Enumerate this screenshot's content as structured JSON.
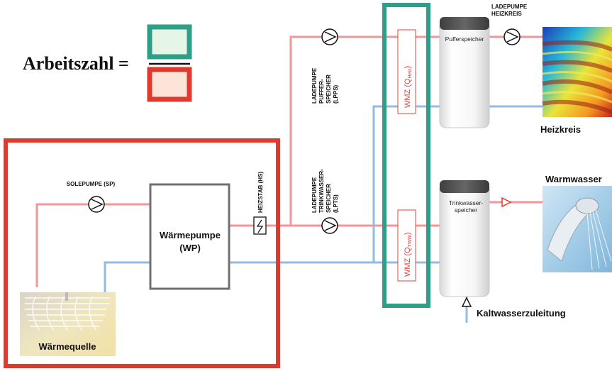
{
  "formula": {
    "label": "Arbeitszahl ="
  },
  "pumps": {
    "solepumpe": "SOLEPUMPE (SP)",
    "ladepumpe_puffer": [
      "LADEPUMPE",
      "PUFFER-",
      "SPEICHER",
      "(LPPS)"
    ],
    "ladepumpe_trinkwasser": [
      "LADEPUMPE",
      "TRINKWASSER-",
      "SPEICHER",
      "(LPTS)"
    ],
    "ladepumpe_heizkreis": [
      "LADEPUMPE",
      "HEIZKREIS"
    ]
  },
  "components": {
    "heizstab": "HEIZSTAB (HS)",
    "waermepumpe": [
      "Wärmepumpe",
      "(WP)"
    ],
    "waermequelle": "Wärmequelle",
    "pufferspeicher": "Pufferspeicher",
    "trinkwasserspeicher": [
      "Trinkwasser-",
      "speicher"
    ],
    "heizkreis": "Heizkreis",
    "warmwasser": "Warmwasser",
    "kaltwasserzuleitung": "Kaltwasserzuleitung"
  },
  "meters": {
    "wmz_heiz": {
      "prefix": "WMZ (Q",
      "sub": "Heiz",
      "suffix": ")"
    },
    "wmz_tww": {
      "prefix": "WMZ (Q",
      "sub": "TWW",
      "suffix": ")"
    }
  },
  "colors": {
    "red_frame": "#e03a2f",
    "green_frame": "#2e9e86",
    "hot_pipe": "#f5959a",
    "cold_pipe": "#8fbbe6",
    "formula_top_fill": "#e6f6e6",
    "formula_bottom_fill": "#fde4d8"
  }
}
